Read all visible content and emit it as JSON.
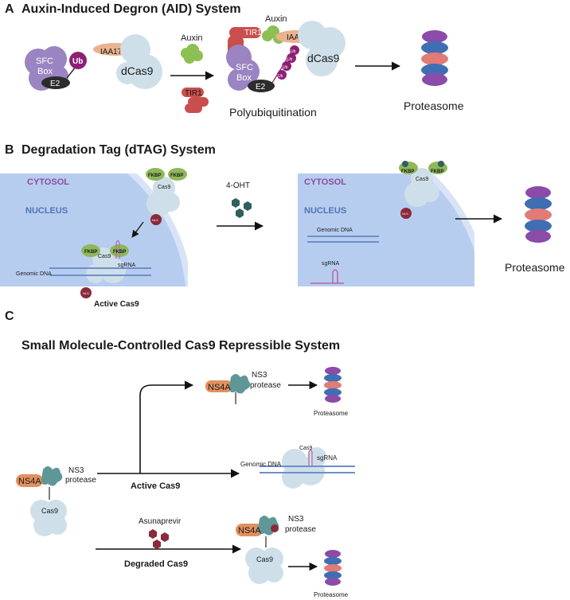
{
  "panels": {
    "a": {
      "letter": "A",
      "title": "Auxin-Induced Degron (AID) System",
      "sfc_box": [
        "SFC",
        "Box"
      ],
      "ub": "Ub",
      "e2": "E2",
      "iaa17": "IAA17",
      "dcas9": "dCas9",
      "auxin": "Auxin",
      "tir1": "TIR1",
      "polyubiquitination": "Polyubiquitination",
      "proteasome": "Proteasome"
    },
    "b": {
      "letter": "B",
      "title": "Degradation Tag (dTAG) System",
      "cytosol": "CYTOSOL",
      "nucleus": "NUCLEUS",
      "fkbp": "FKBP",
      "cas9": "Cas9",
      "nls": "NLS",
      "sgrna": "sgRNA",
      "genomic_dna": "Genomic DNA",
      "active_cas9": "Active Cas9",
      "drug": "4-OHT",
      "proteasome": "Proteasome"
    },
    "c": {
      "letter": "C",
      "title": "Small Molecule-Controlled Cas9 Repressible System",
      "ns4a": "NS4A",
      "ns3": [
        "NS3",
        "protease"
      ],
      "cas9": "Cas9",
      "active_cas9": "Active Cas9",
      "degraded_cas9": "Degraded Cas9",
      "drug": "Asunaprevir",
      "genomic_dna": "Genomic DNA",
      "sgrna": "sgRNA",
      "proteasome": "Proteasome"
    }
  },
  "colors": {
    "cas9_blob": "#cfdfe9",
    "nucleus_fill": "#b7cdef",
    "nucleus_rim": "#d8e4f6",
    "cytosol_bg": "#ffffff",
    "cytosol_text": "#8a4ea0",
    "nucleus_text": "#4f74b8",
    "fkbp_green": "#8fb85a",
    "nls_red": "#8a2a3a",
    "ub_purple": "#8e1f74",
    "tir1_red": "#c94e4e",
    "sfc_purple": "#9b84c2",
    "iaa17_peach": "#eab28e",
    "auxin_green": "#8cc052",
    "ns3_teal": "#5f9797",
    "ns4a_orange": "#e2905e",
    "drug_teal": "#2f5f5f",
    "drug_red": "#8a2a3a",
    "proteasome": [
      "#8a4ca8",
      "#3f6fb2",
      "#e27a78",
      "#3f6fb2",
      "#8a4ca8"
    ]
  }
}
